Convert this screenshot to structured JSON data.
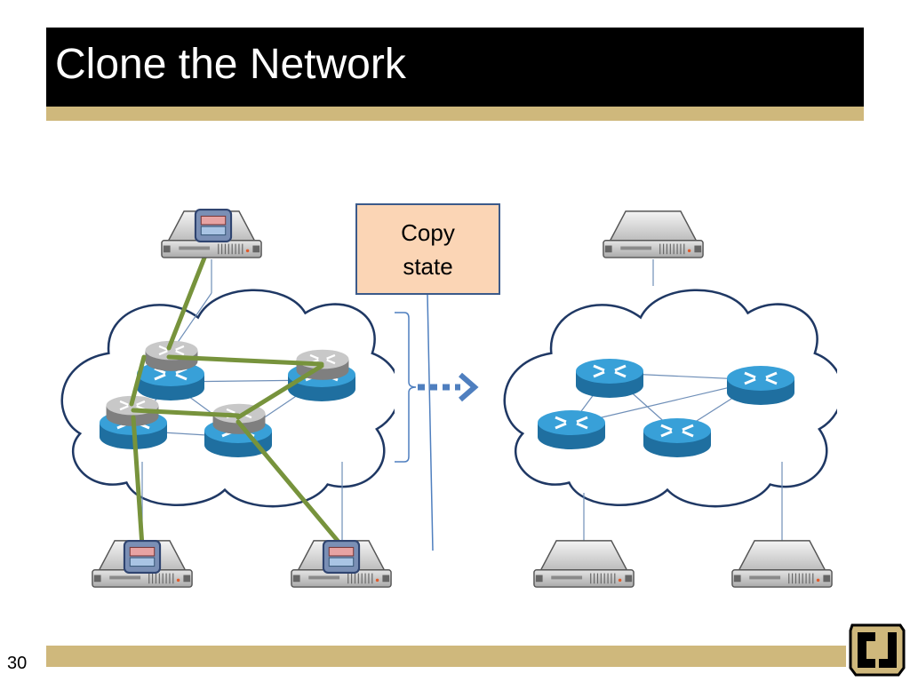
{
  "slide": {
    "title": "Clone the Network",
    "number": "30"
  },
  "callout": {
    "line1": "Copy",
    "line2": "state"
  },
  "colors": {
    "title_bar": "#000000",
    "accent_gold": "#cfb87c",
    "callout_fill": "#fbd5b5",
    "cloud_outline": "#1f3864",
    "router_blue": "#2e8bc0",
    "router_gray": "#a6a6a6",
    "green_path": "#77933c",
    "arrow_blue": "#4f7fbf"
  },
  "icons": {
    "logo": "cu-logo-icon",
    "server": "server-icon",
    "router": "router-icon"
  }
}
